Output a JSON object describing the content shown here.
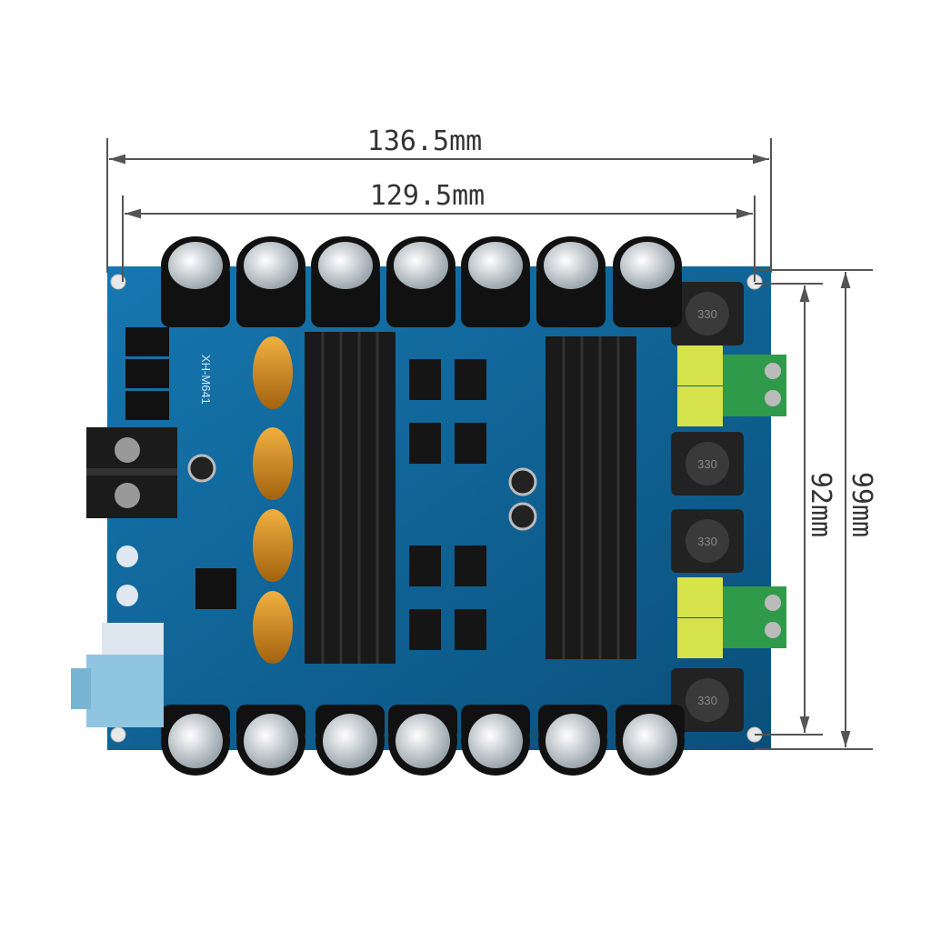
{
  "dimensions": {
    "outer_width": "136.5mm",
    "hole_width": "129.5mm",
    "hole_height": "92mm",
    "outer_height": "99mm"
  },
  "board": {
    "model_label": "XH-M641",
    "inductor_label": "330",
    "colors": {
      "pcb": "#0e5f8f",
      "heatsink": "#1a1a1a",
      "capacitor": "#111111",
      "terminal_green": "#2f9a4a",
      "capacitor_yellow": "#d6e34a",
      "dimension_line": "#555555"
    }
  }
}
